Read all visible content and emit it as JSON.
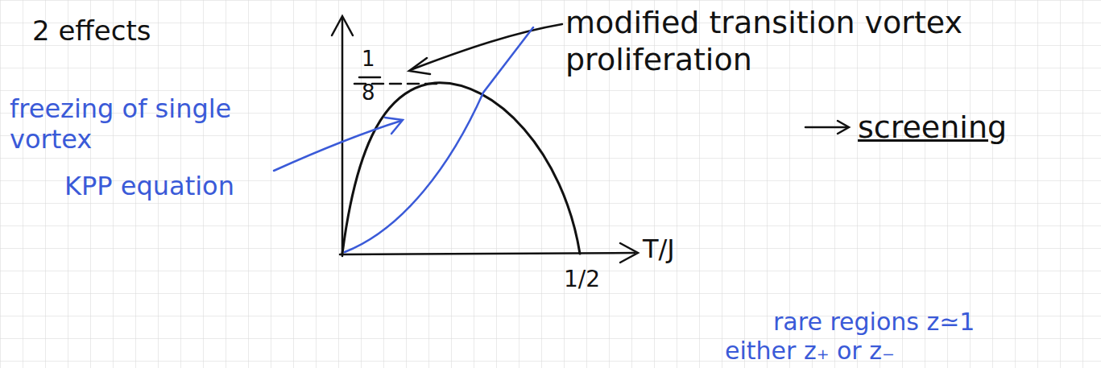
{
  "diagram": {
    "labels": [
      "2 effects",
      "1",
      "8",
      "modified transition vortex proliferation",
      "screening",
      "freezing of single vortex",
      "KPP equation",
      "T/J",
      "1/2",
      "rare regions z≃1",
      "either z₊ or z₋"
    ]
  }
}
